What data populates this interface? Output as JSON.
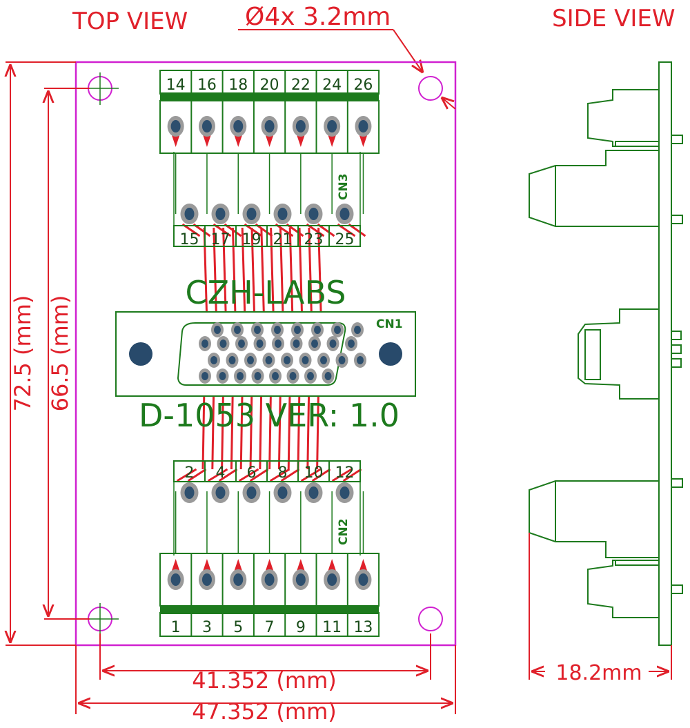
{
  "labels": {
    "top_view": "TOP VIEW",
    "side_view": "SIDE VIEW",
    "hole_spec": "Ø4x 3.2mm",
    "brand": "CZH-LABS",
    "version": "D-1053 VER: 1.0",
    "cn1": "CN1",
    "cn2": "CN2",
    "cn3": "CN3"
  },
  "dimensions": {
    "height_outer": "72.5 (mm)",
    "height_inner": "66.5 (mm)",
    "width_inner": "41.352 (mm)",
    "width_outer": "47.352 (mm)",
    "side_depth": "18.2mm"
  },
  "terminals": {
    "top_screw_pins": [
      "14",
      "16",
      "18",
      "20",
      "22",
      "24",
      "26"
    ],
    "top_header_pins": [
      "15",
      "17",
      "19",
      "21",
      "23",
      "25"
    ],
    "bottom_header_pins": [
      "2",
      "4",
      "6",
      "8",
      "10",
      "12"
    ],
    "bottom_screw_pins": [
      "1",
      "3",
      "5",
      "7",
      "9",
      "11",
      "13"
    ]
  },
  "colors": {
    "dimension": "#e0202a",
    "board_outline": "#d020d0",
    "silkscreen": "#1d7a1d",
    "trace": "#e0202a",
    "pad": "#2d4f6e",
    "pad_ring": "#9a9a9a"
  }
}
